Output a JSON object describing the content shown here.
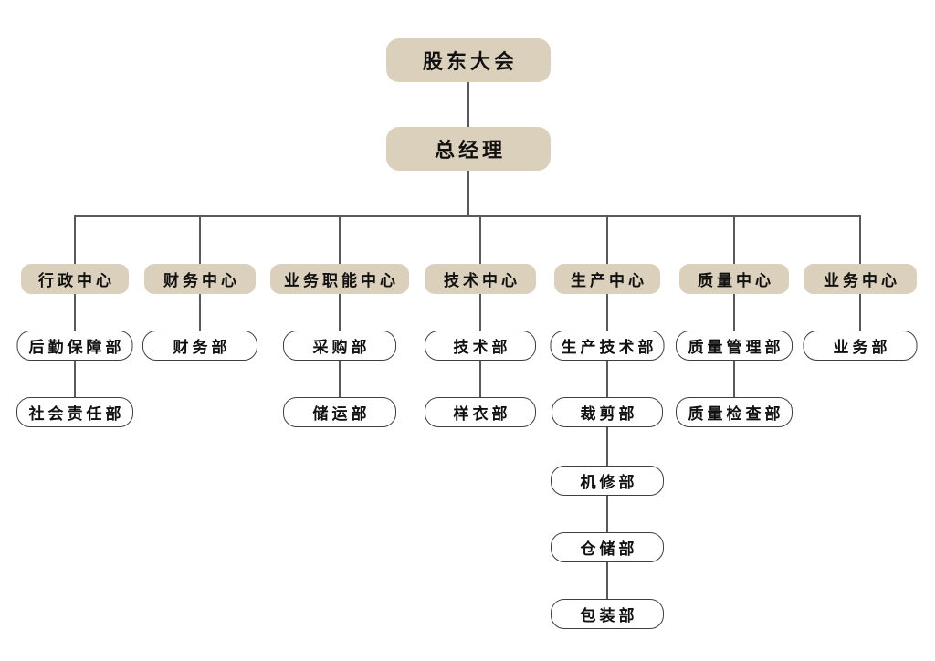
{
  "colors": {
    "accent_box_fill": "#dbd0bc",
    "white_box_border": "#3f3f3f",
    "connector_line": "#58595b",
    "text": "#111111",
    "background": "#ffffff"
  },
  "chart": {
    "root": {
      "label": "股东大会"
    },
    "manager": {
      "label": "总经理"
    },
    "centers": [
      {
        "label": "行政中心",
        "departments": [
          "后勤保障部",
          "社会责任部"
        ]
      },
      {
        "label": "财务中心",
        "departments": [
          "财务部"
        ]
      },
      {
        "label": "业务职能中心",
        "departments": [
          "采购部",
          "储运部"
        ]
      },
      {
        "label": "技术中心",
        "departments": [
          "技术部",
          "样衣部"
        ]
      },
      {
        "label": "生产中心",
        "departments": [
          "生产技术部",
          "裁剪部",
          "机修部",
          "仓储部",
          "包装部"
        ]
      },
      {
        "label": "质量中心",
        "departments": [
          "质量管理部",
          "质量检查部"
        ]
      },
      {
        "label": "业务中心",
        "departments": [
          "业务部"
        ]
      }
    ]
  }
}
